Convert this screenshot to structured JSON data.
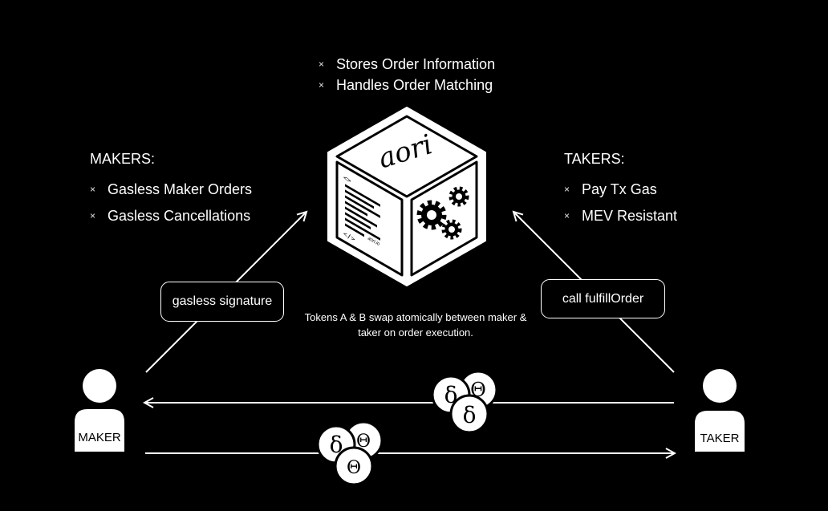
{
  "server": {
    "features": [
      "Stores Order Information",
      "Handles Order Matching"
    ],
    "logo_text": "aori",
    "domain_text": "aori.io"
  },
  "makers": {
    "heading": "MAKERS:",
    "features": [
      "Gasless Maker Orders",
      "Gasless Cancellations"
    ]
  },
  "takers": {
    "heading": "TAKERS:",
    "features": [
      "Pay Tx Gas",
      "MEV Resistant"
    ]
  },
  "bullet_symbol": "×",
  "flows": {
    "maker_to_server": "gasless signature",
    "taker_to_server": "call fulfillOrder"
  },
  "swap_caption": "Tokens A & B swap atomically between maker & taker on order execution.",
  "actors": {
    "maker": "MAKER",
    "taker": "TAKER"
  },
  "token_glyph_primary": "δ",
  "token_glyph_secondary": "Θ",
  "colors": {
    "background": "#000000",
    "foreground": "#ffffff",
    "shade": "#d9d9d9"
  }
}
